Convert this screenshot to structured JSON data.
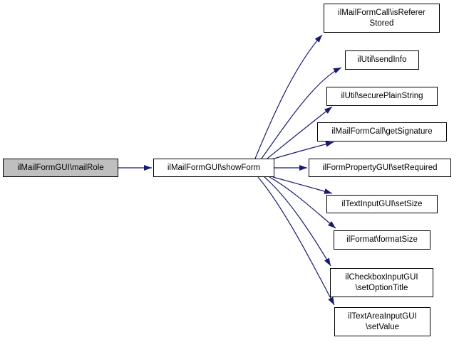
{
  "colors": {
    "edge": "#191970",
    "node_border": "#000000",
    "node_fill": "#ffffff",
    "highlight_fill": "#bfbfbf",
    "background": "#ffffff"
  },
  "nodes": {
    "mail_role": "ilMailFormGUI\\mailRole",
    "show_form": "ilMailFormGUI\\showForm",
    "is_referer_stored": "ilMailFormCall\\isReferer\nStored",
    "send_info": "ilUtil\\sendInfo",
    "secure_plain_string": "ilUtil\\securePlainString",
    "get_signature": "ilMailFormCall\\getSignature",
    "set_required": "ilFormPropertyGUI\\setRequired",
    "set_size": "ilTextInputGUI\\setSize",
    "format_size": "ilFormat\\formatSize",
    "set_option_title": "ilCheckboxInputGUI\n\\setOptionTitle",
    "set_value": "ilTextAreaInputGUI\n\\setValue"
  },
  "edges": [
    {
      "from": "ilMailFormGUI\\mailRole",
      "to": "ilMailFormGUI\\showForm"
    },
    {
      "from": "ilMailFormGUI\\showForm",
      "to": "ilMailFormCall\\isRefererStored"
    },
    {
      "from": "ilMailFormGUI\\showForm",
      "to": "ilUtil\\sendInfo"
    },
    {
      "from": "ilMailFormGUI\\showForm",
      "to": "ilUtil\\securePlainString"
    },
    {
      "from": "ilMailFormGUI\\showForm",
      "to": "ilMailFormCall\\getSignature"
    },
    {
      "from": "ilMailFormGUI\\showForm",
      "to": "ilFormPropertyGUI\\setRequired"
    },
    {
      "from": "ilMailFormGUI\\showForm",
      "to": "ilTextInputGUI\\setSize"
    },
    {
      "from": "ilMailFormGUI\\showForm",
      "to": "ilFormat\\formatSize"
    },
    {
      "from": "ilMailFormGUI\\showForm",
      "to": "ilCheckboxInputGUI\\setOptionTitle"
    },
    {
      "from": "ilMailFormGUI\\showForm",
      "to": "ilTextAreaInputGUI\\setValue"
    }
  ]
}
